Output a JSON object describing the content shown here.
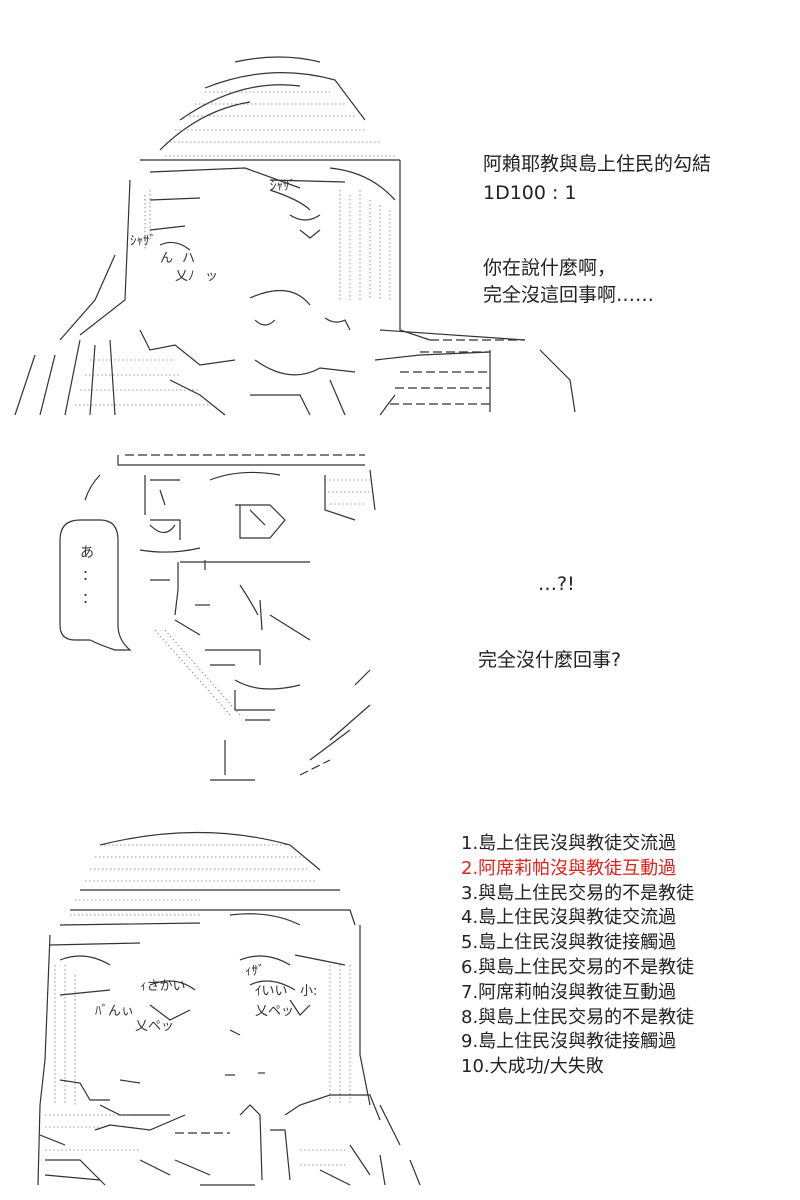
{
  "panel1": {
    "lines": [
      "阿賴耶教與島上住民的勾結",
      "1D100 : 1",
      "",
      "你在說什麼啊，",
      "完全沒這回事啊……"
    ],
    "art_labels": [
      "ｼｬｻﾞ",
      "ｼｬｻﾞ",
      "ん",
      "ハ",
      "乂ﾉ",
      "ッ"
    ]
  },
  "panel2": {
    "ellipsis": "…?!",
    "reply": "完全沒什麼回事?",
    "bubble_text": [
      "あ",
      "：",
      "："
    ]
  },
  "panel3": {
    "items": [
      "1.島上住民沒與教徒交流過",
      "2.阿席莉帕沒與教徒互動過",
      "3.與島上住民交易的不是教徒",
      "4.島上住民沒與教徒交流過",
      "5.島上住民沒與教徒接觸過",
      "6.與島上住民交易的不是教徒",
      "7.阿席莉帕沒與教徒互動過",
      "8.與島上住民交易的不是教徒",
      "9.島上住民沒與教徒接觸過",
      "10.大成功/大失敗"
    ],
    "highlight_index": 1,
    "highlight_color": "#e0201b",
    "art_labels": [
      "ｨさかい",
      "ｨｻﾞ",
      "ｲいい",
      "小:",
      "乂ペッ",
      "乂ペッ",
      "ﾊﾞんぃ"
    ]
  }
}
